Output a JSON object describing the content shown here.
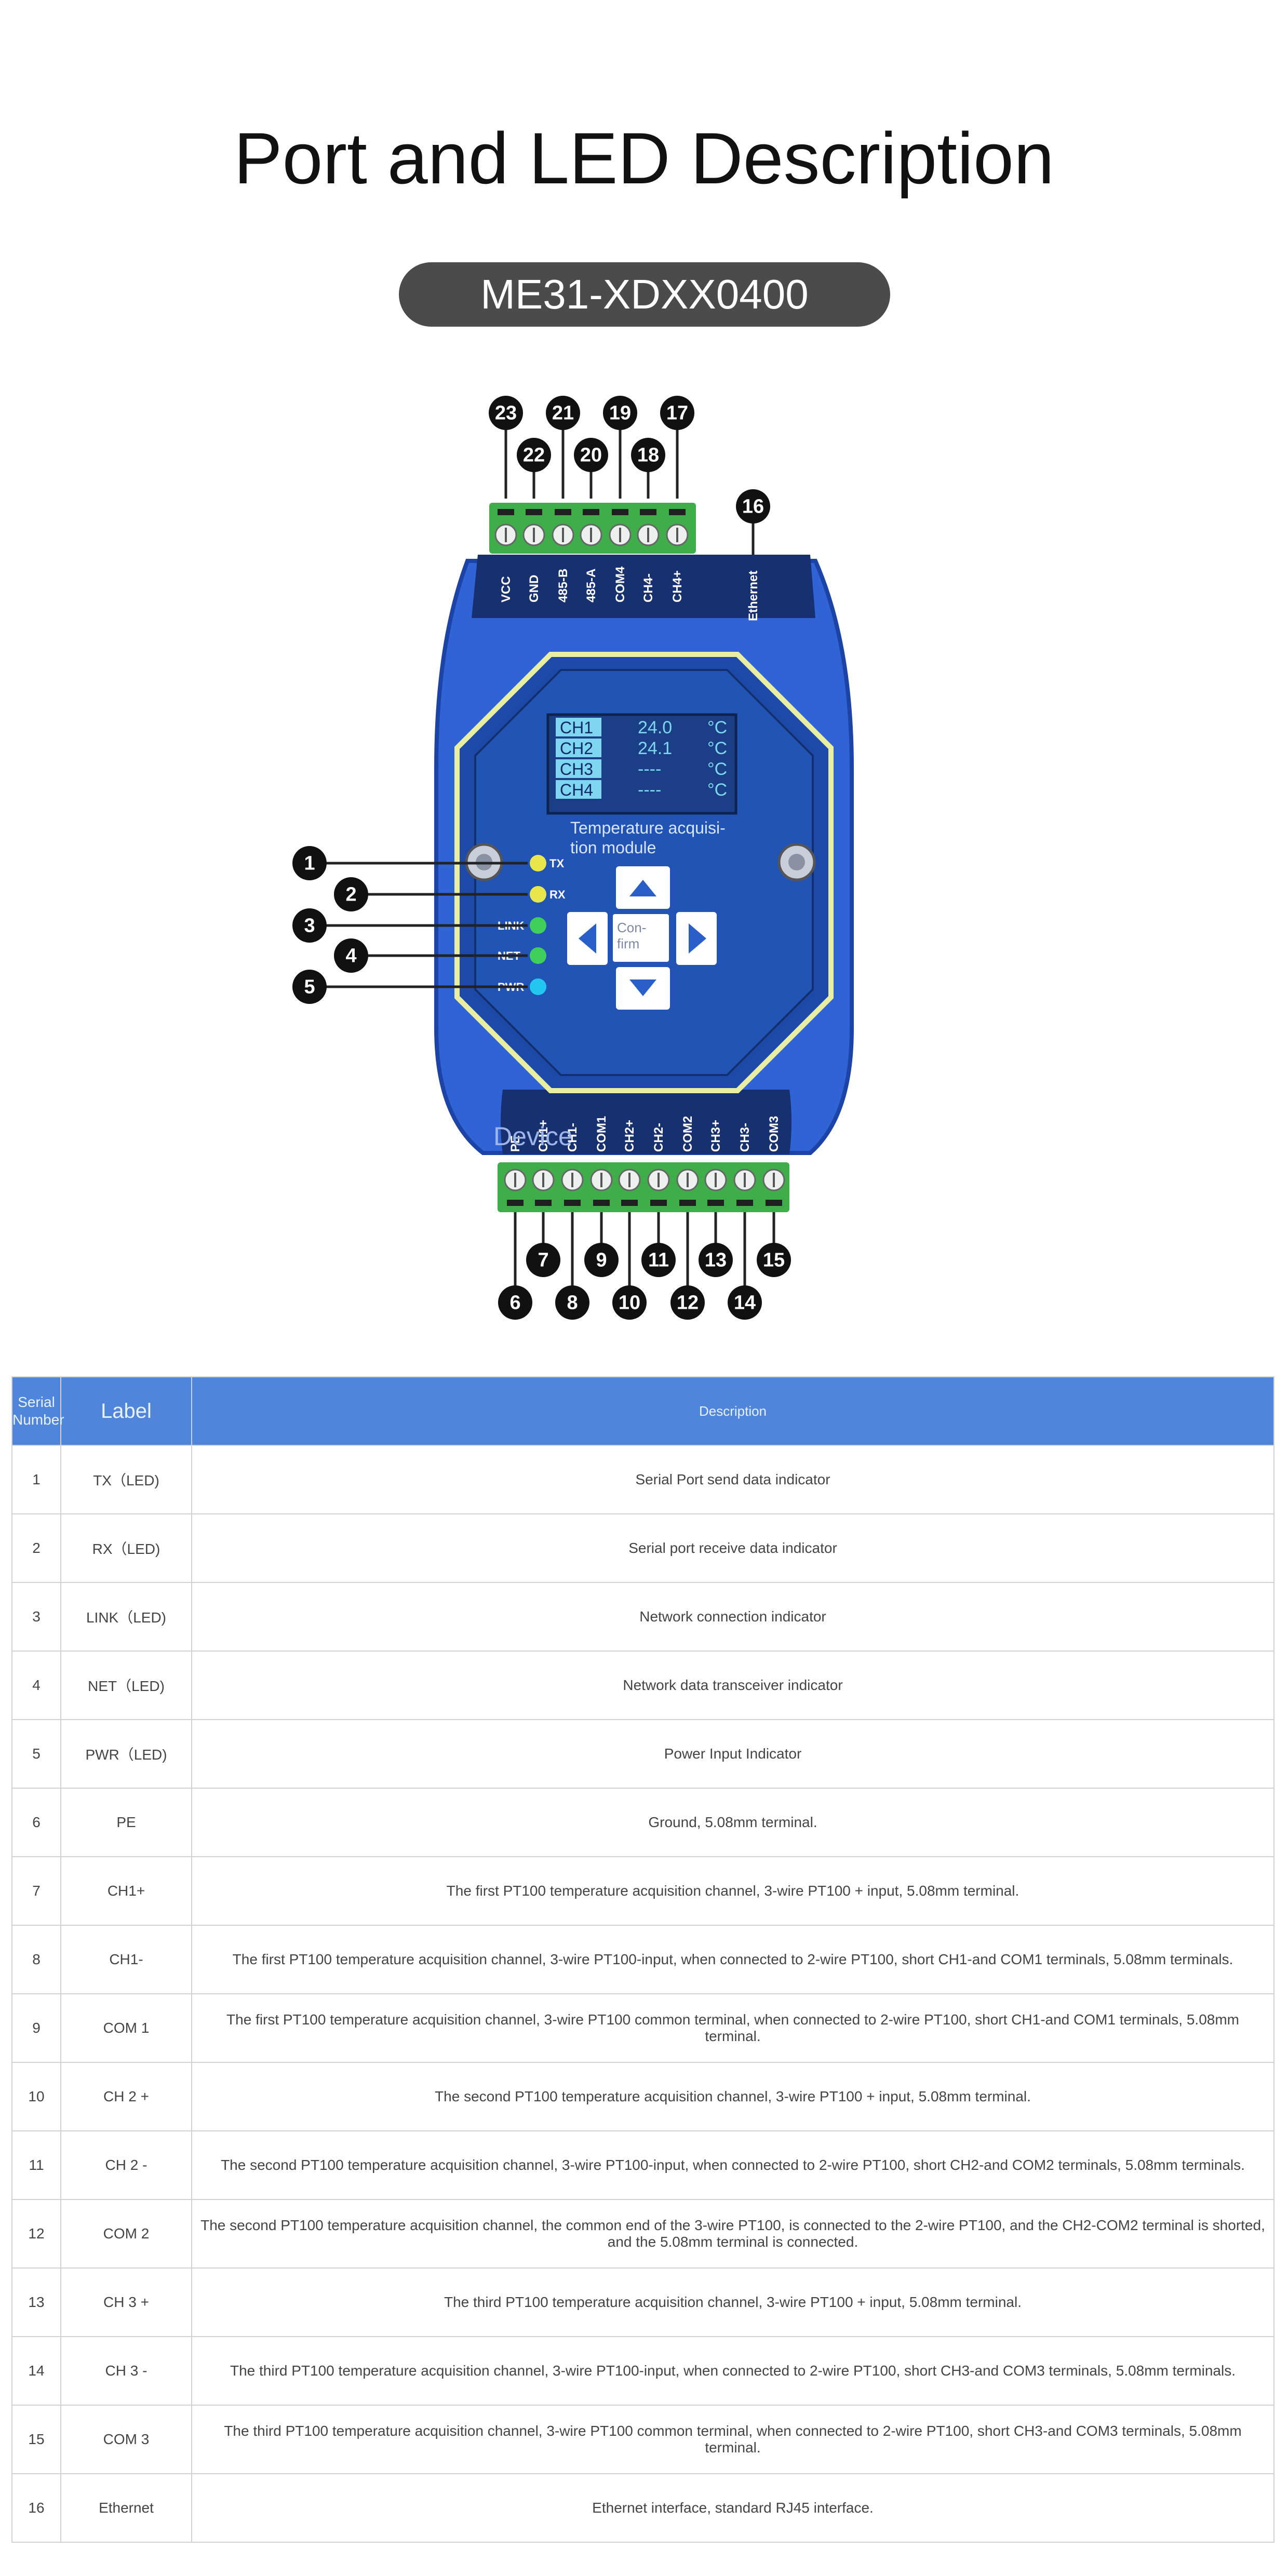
{
  "title": "Port and LED Description",
  "model": "ME31-XDXX0400",
  "device": {
    "top_terminals": [
      "VCC",
      "GND",
      "485-B",
      "485-A",
      "COM4",
      "CH4-",
      "CH4+"
    ],
    "ethernet_label": "Ethernet",
    "bottom_terminals": [
      "PE",
      "CH1+",
      "CH1-",
      "COM1",
      "CH2+",
      "CH2-",
      "COM2",
      "CH3+",
      "CH3-",
      "COM3"
    ],
    "leds": [
      "TX",
      "RX",
      "LINK",
      "NET",
      "PWR"
    ],
    "display": {
      "rows": [
        {
          "ch": "CH1",
          "val": "24.0",
          "unit": "°C"
        },
        {
          "ch": "CH2",
          "val": "24.1",
          "unit": "°C"
        },
        {
          "ch": "CH3",
          "val": "----",
          "unit": "°C"
        },
        {
          "ch": "CH4",
          "val": "----",
          "unit": "°C"
        }
      ],
      "caption": "Temperature acquisition module"
    },
    "confirm_label": "Confirm",
    "device_label": "Device",
    "callouts_top": [
      "23",
      "22",
      "21",
      "20",
      "19",
      "18",
      "17",
      "16"
    ],
    "callouts_left": [
      "1",
      "2",
      "3",
      "4",
      "5"
    ],
    "callouts_bottom": [
      "6",
      "7",
      "8",
      "9",
      "10",
      "11",
      "12",
      "13",
      "14",
      "15"
    ]
  },
  "table": {
    "headers": [
      "Serial Number",
      "Label",
      "Description"
    ],
    "rows": [
      {
        "num": "1",
        "label": "TX（LED)",
        "desc": "Serial Port send data indicator"
      },
      {
        "num": "2",
        "label": "RX（LED)",
        "desc": "Serial port receive data indicator"
      },
      {
        "num": "3",
        "label": "LINK（LED)",
        "desc": "Network connection indicator"
      },
      {
        "num": "4",
        "label": "NET（LED)",
        "desc": "Network data transceiver indicator"
      },
      {
        "num": "5",
        "label": "PWR（LED)",
        "desc": "Power Input Indicator"
      },
      {
        "num": "6",
        "label": "PE",
        "desc": "Ground, 5.08mm terminal."
      },
      {
        "num": "7",
        "label": "CH1+",
        "desc": "The first PT100 temperature acquisition channel, 3-wire PT100 + input, 5.08mm terminal."
      },
      {
        "num": "8",
        "label": "CH1-",
        "desc": "The first PT100 temperature acquisition channel, 3-wire PT100-input, when connected to 2-wire PT100, short CH1-and COM1 terminals, 5.08mm terminals."
      },
      {
        "num": "9",
        "label": "COM 1",
        "desc": "The first PT100 temperature acquisition channel, 3-wire PT100 common terminal, when connected to 2-wire PT100, short CH1-and COM1 terminals, 5.08mm terminal."
      },
      {
        "num": "10",
        "label": "CH 2 +",
        "desc": "The second PT100 temperature acquisition channel, 3-wire PT100 + input, 5.08mm terminal."
      },
      {
        "num": "11",
        "label": "CH 2 -",
        "desc": "The second PT100 temperature acquisition channel, 3-wire PT100-input, when connected to 2-wire PT100, short CH2-and COM2 terminals, 5.08mm terminals."
      },
      {
        "num": "12",
        "label": "COM 2",
        "desc": "The second PT100 temperature acquisition channel, the common end of the 3-wire PT100, is connected to the 2-wire PT100, and the CH2-COM2 terminal is shorted, and the 5.08mm terminal is connected."
      },
      {
        "num": "13",
        "label": "CH 3 +",
        "desc": "The third PT100 temperature acquisition channel, 3-wire PT100 + input, 5.08mm terminal."
      },
      {
        "num": "14",
        "label": "CH 3 -",
        "desc": "The third PT100 temperature acquisition channel, 3-wire PT100-input, when connected to 2-wire PT100, short CH3-and COM3 terminals, 5.08mm terminals."
      },
      {
        "num": "15",
        "label": "COM 3",
        "desc": "The third PT100 temperature acquisition channel, 3-wire PT100 common terminal, when connected to 2-wire PT100, short CH3-and COM3 terminals, 5.08mm terminal."
      },
      {
        "num": "16",
        "label": "Ethernet",
        "desc": "Ethernet interface, standard RJ45 interface."
      }
    ]
  },
  "colors": {
    "header_blue": "#4f86dc",
    "device_blue": "#2f63d6",
    "terminal_green": "#3fae4a",
    "led_yellow": "#e8e64a",
    "led_green": "#3fcf5a",
    "led_cyan": "#22c7f0"
  }
}
